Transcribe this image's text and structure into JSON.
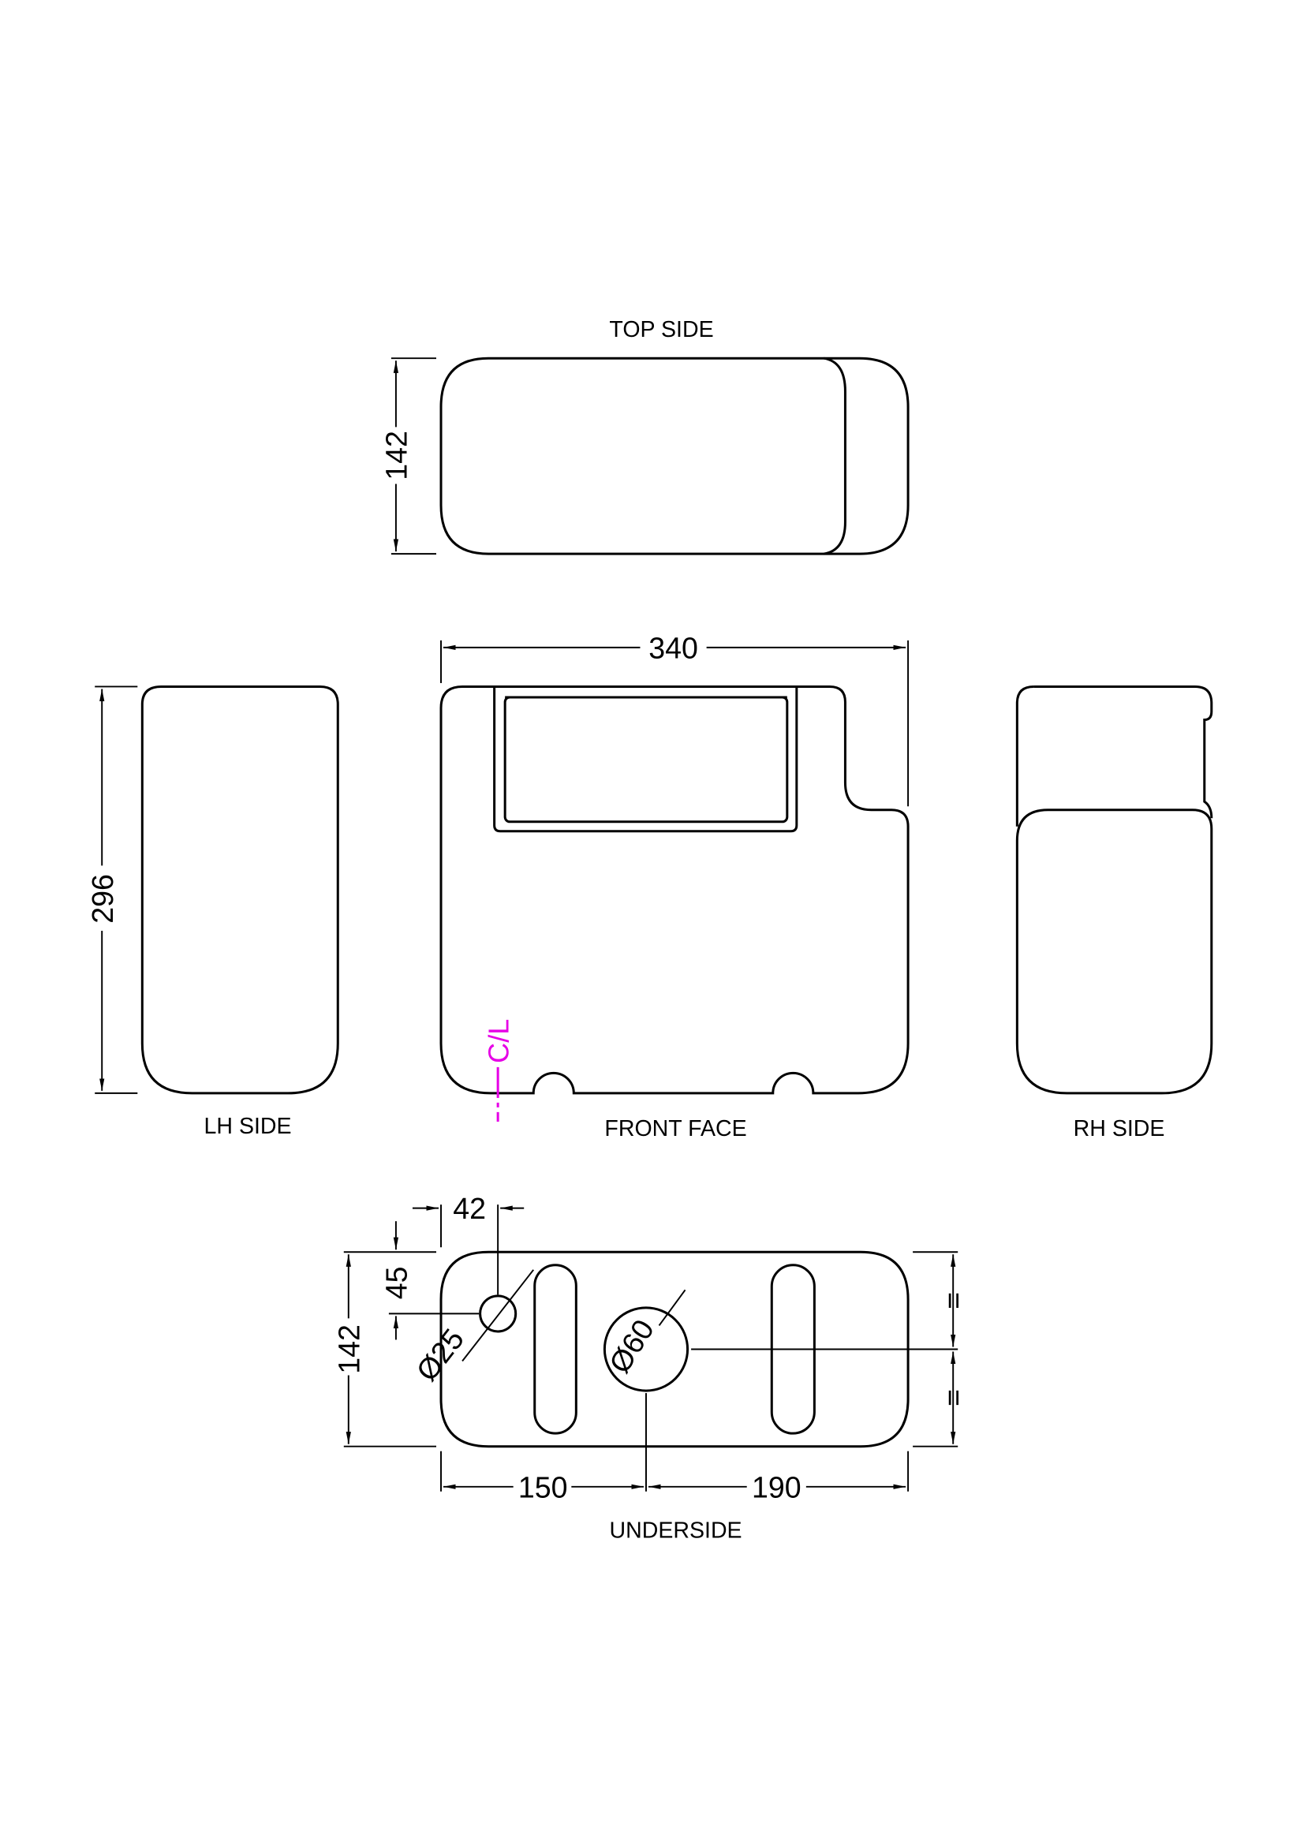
{
  "views": {
    "top": "TOP SIDE",
    "front": "FRONT FACE",
    "lh": "LH SIDE",
    "rh": "RH SIDE",
    "under": "UNDERSIDE"
  },
  "dimensions": {
    "top_depth": "142",
    "width": "340",
    "height": "296",
    "under_depth": "142",
    "offset_x": "42",
    "offset_y": "45",
    "dia_small": "Ø25",
    "dia_large": "Ø60",
    "left_to_outlet": "150",
    "outlet_to_right": "190",
    "equal_1": "=",
    "equal_2": "="
  },
  "centerline": {
    "label": "C/L",
    "color": "#e600e6"
  }
}
